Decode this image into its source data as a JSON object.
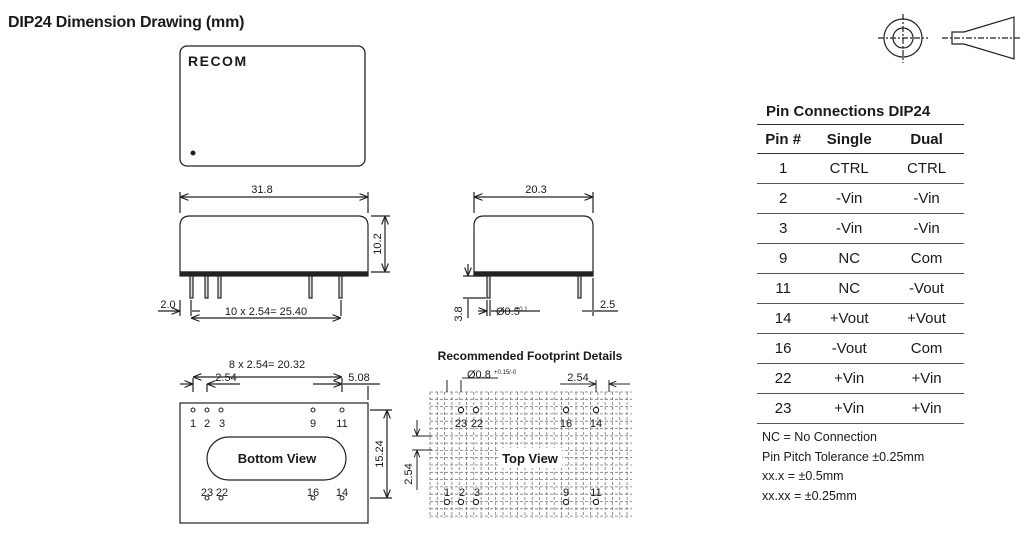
{
  "title": "DIP24 Dimension Drawing (mm)",
  "logo_text": "RECOM",
  "dimensions": {
    "length": "31.8",
    "height": "10.2",
    "width": "20.3",
    "pin_offset": "2.0",
    "pin_span_side": "10 x 2.54= 25.40",
    "standoff": "3.8",
    "pin_dia": "Ø0.5",
    "pin_dia_tol": "±0.1",
    "pin_length": "2.5",
    "pin_span_bottom": "8 x 2.54= 20.32",
    "pitch_left": "2.54",
    "edge_right": "5.08",
    "row_spacing": "15.24",
    "fp_pitch_top": "2.54",
    "fp_pitch_side": "2.54",
    "fp_hole": "Ø0.8",
    "fp_hole_tol": "+0.15/-0"
  },
  "bottom_view": {
    "label": "Bottom View",
    "top_pins": [
      "1",
      "2",
      "3",
      "9",
      "11"
    ],
    "bottom_pins": [
      "23",
      "22",
      "16",
      "14"
    ]
  },
  "footprint": {
    "heading": "Recommended Footprint Details",
    "label": "Top View",
    "top_pins": [
      "23",
      "22",
      "16",
      "14"
    ],
    "bottom_pins": [
      "1",
      "2",
      "3",
      "9",
      "11"
    ]
  },
  "pin_table": {
    "caption": "Pin Connections DIP24",
    "headers": [
      "Pin #",
      "Single",
      "Dual"
    ],
    "rows": [
      [
        "1",
        "CTRL",
        "CTRL"
      ],
      [
        "2",
        "-Vin",
        "-Vin"
      ],
      [
        "3",
        "-Vin",
        "-Vin"
      ],
      [
        "9",
        "NC",
        "Com"
      ],
      [
        "11",
        "NC",
        "-Vout"
      ],
      [
        "14",
        "+Vout",
        "+Vout"
      ],
      [
        "16",
        "-Vout",
        "Com"
      ],
      [
        "22",
        "+Vin",
        "+Vin"
      ],
      [
        "23",
        "+Vin",
        "+Vin"
      ]
    ]
  },
  "notes": [
    "NC = No Connection",
    "Pin Pitch Tolerance   ±0.25mm",
    "xx.x = ±0.5mm",
    "xx.xx = ±0.25mm"
  ]
}
